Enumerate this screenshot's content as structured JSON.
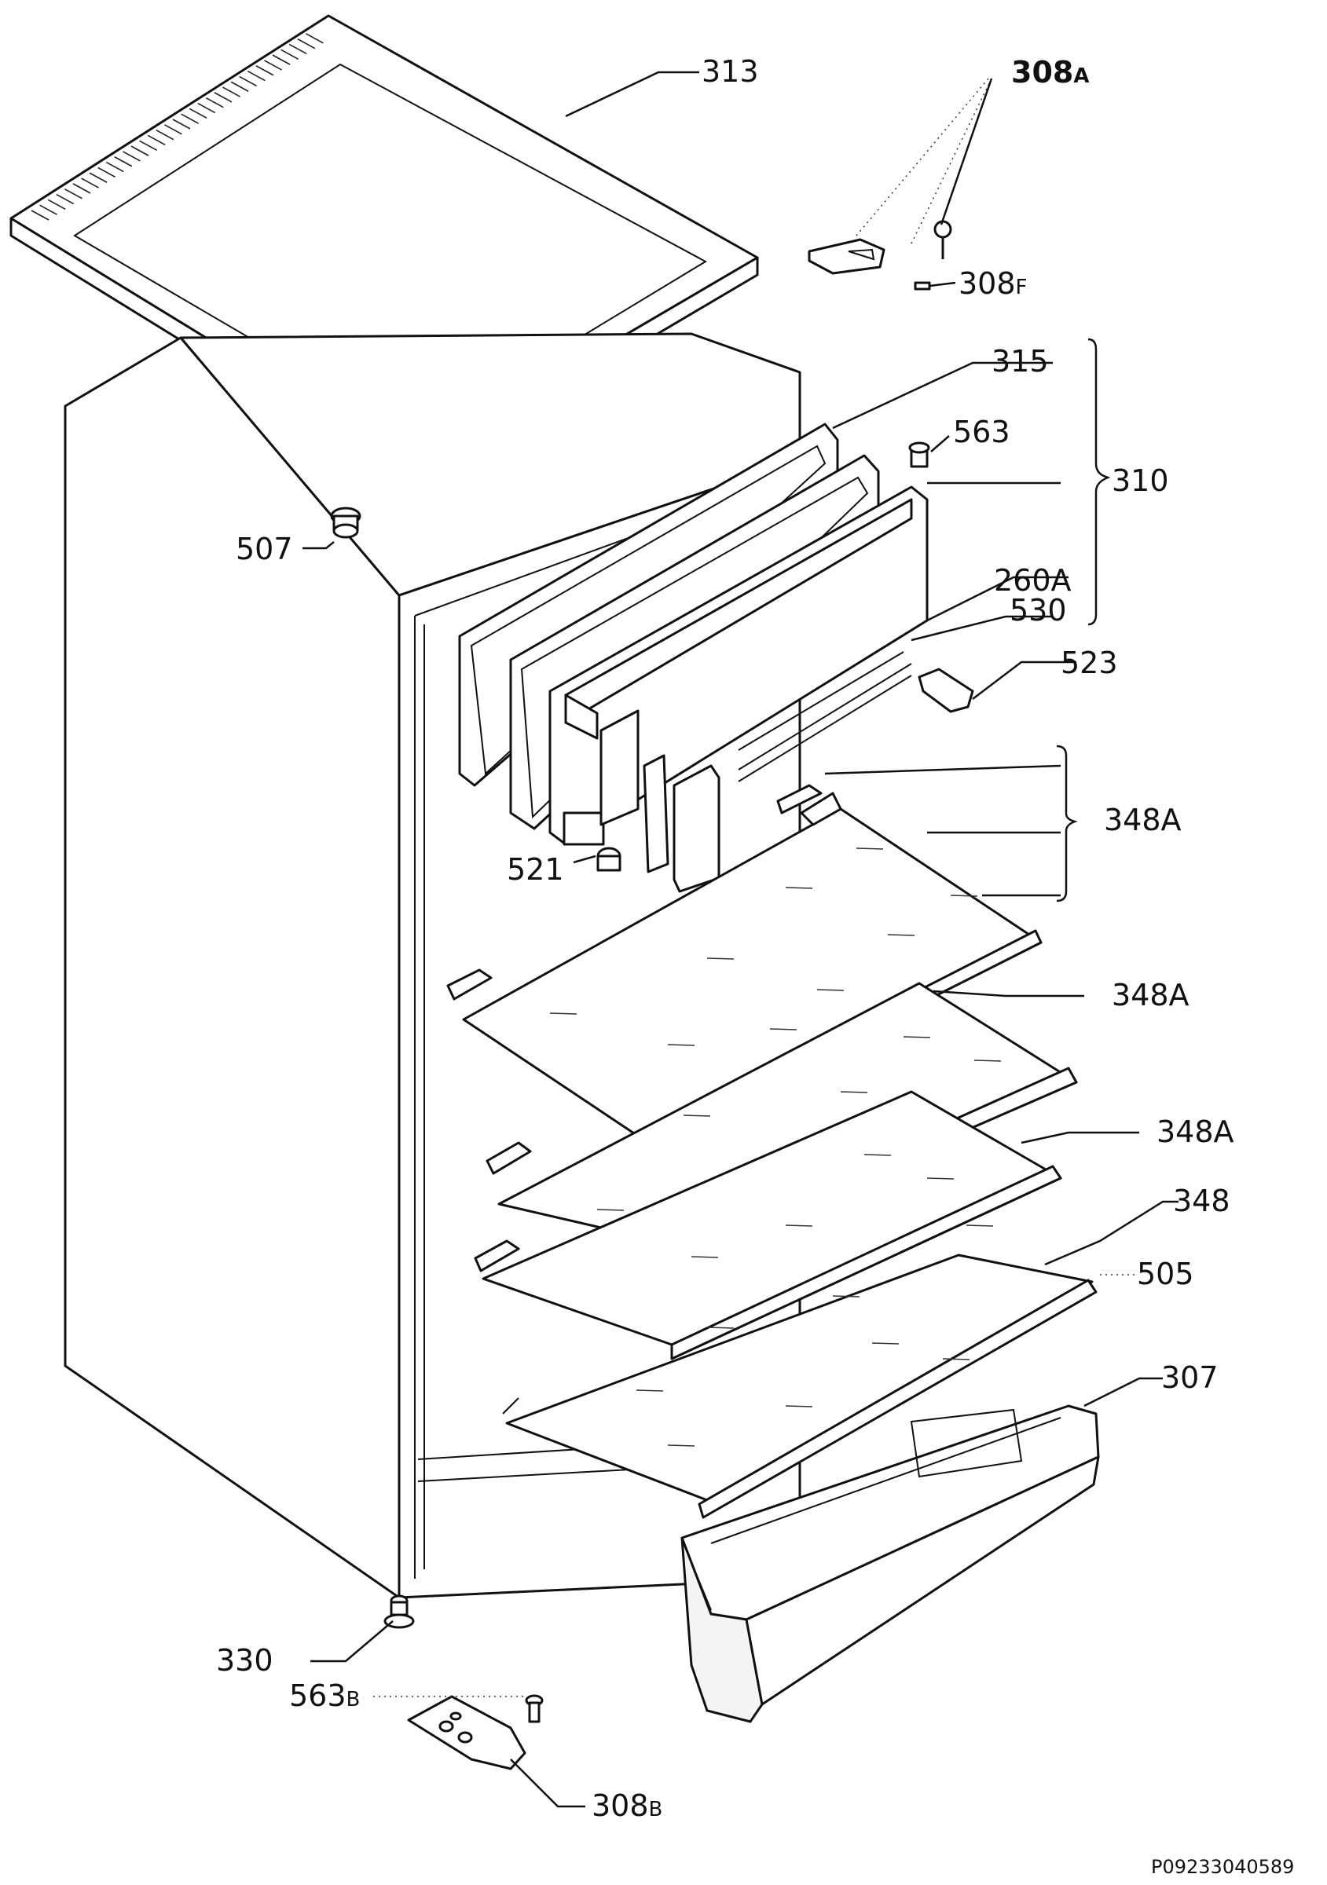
{
  "diagram": {
    "reference_code": "P09233040589",
    "labels": {
      "p313": "313",
      "p308a_num": "308",
      "p308a_suf": "A",
      "p308f_num": "308",
      "p308f_suf": "F",
      "p315": "315",
      "p563": "563",
      "p310": "310",
      "p507": "507",
      "p260a": "260A",
      "p530": "530",
      "p523": "523",
      "p348a_1": "348A",
      "p521": "521",
      "p348a_2": "348A",
      "p348a_3": "348A",
      "p348": "348",
      "p505": "505",
      "p307": "307",
      "p330": "330",
      "p563b_num": "563",
      "p563b_suf": "B",
      "p308b_num": "308",
      "p308b_suf": "B"
    }
  }
}
